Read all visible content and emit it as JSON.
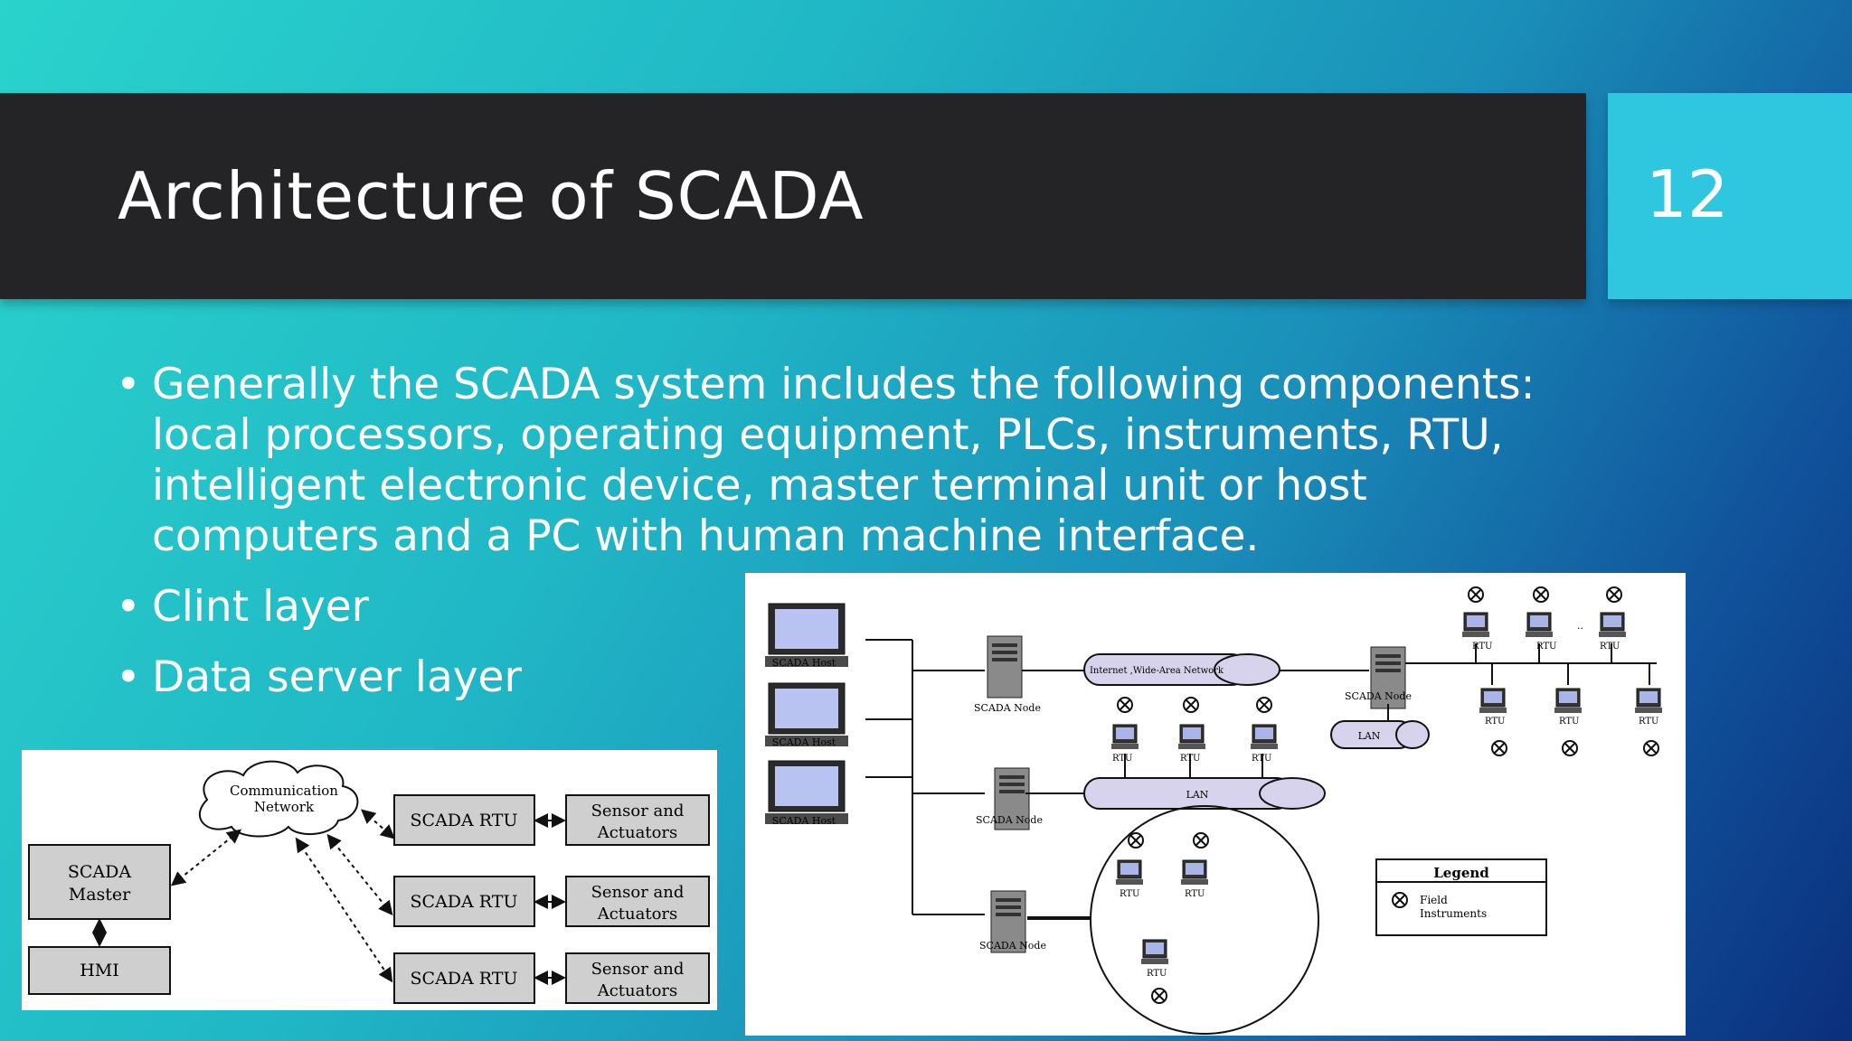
{
  "slide": {
    "title": "Architecture of SCADA",
    "number": "12"
  },
  "bullets": [
    "Generally the SCADA system includes the following components: local processors, operating equipment, PLCs, instruments, RTU, intelligent electronic device, master terminal unit or host computers and a PC with human machine interface.",
    "Clint layer",
    "Data server layer"
  ],
  "left_diagram": {
    "cloud_line1": "Communication",
    "cloud_line2": "Network",
    "master_line1": "SCADA",
    "master_line2": "Master",
    "hmi": "HMI",
    "rtus": [
      "SCADA RTU",
      "SCADA RTU",
      "SCADA RTU"
    ],
    "sensor_line1": "Sensor and",
    "sensor_line2": "Actuators"
  },
  "right_diagram": {
    "host_label": "SCADA Host",
    "node_label": "SCADA Node",
    "wan_label": "Internet ,Wide-Area Network",
    "lan_label": "LAN",
    "rtu_label": "RTU",
    "dots": "..",
    "legend_title": "Legend",
    "legend_line1": "Field",
    "legend_line2": "Instruments"
  },
  "colors": {
    "title_bar": "#242326",
    "slide_number_box": "#2fc6df",
    "diagram_box_fill": "#cfcfcf"
  }
}
